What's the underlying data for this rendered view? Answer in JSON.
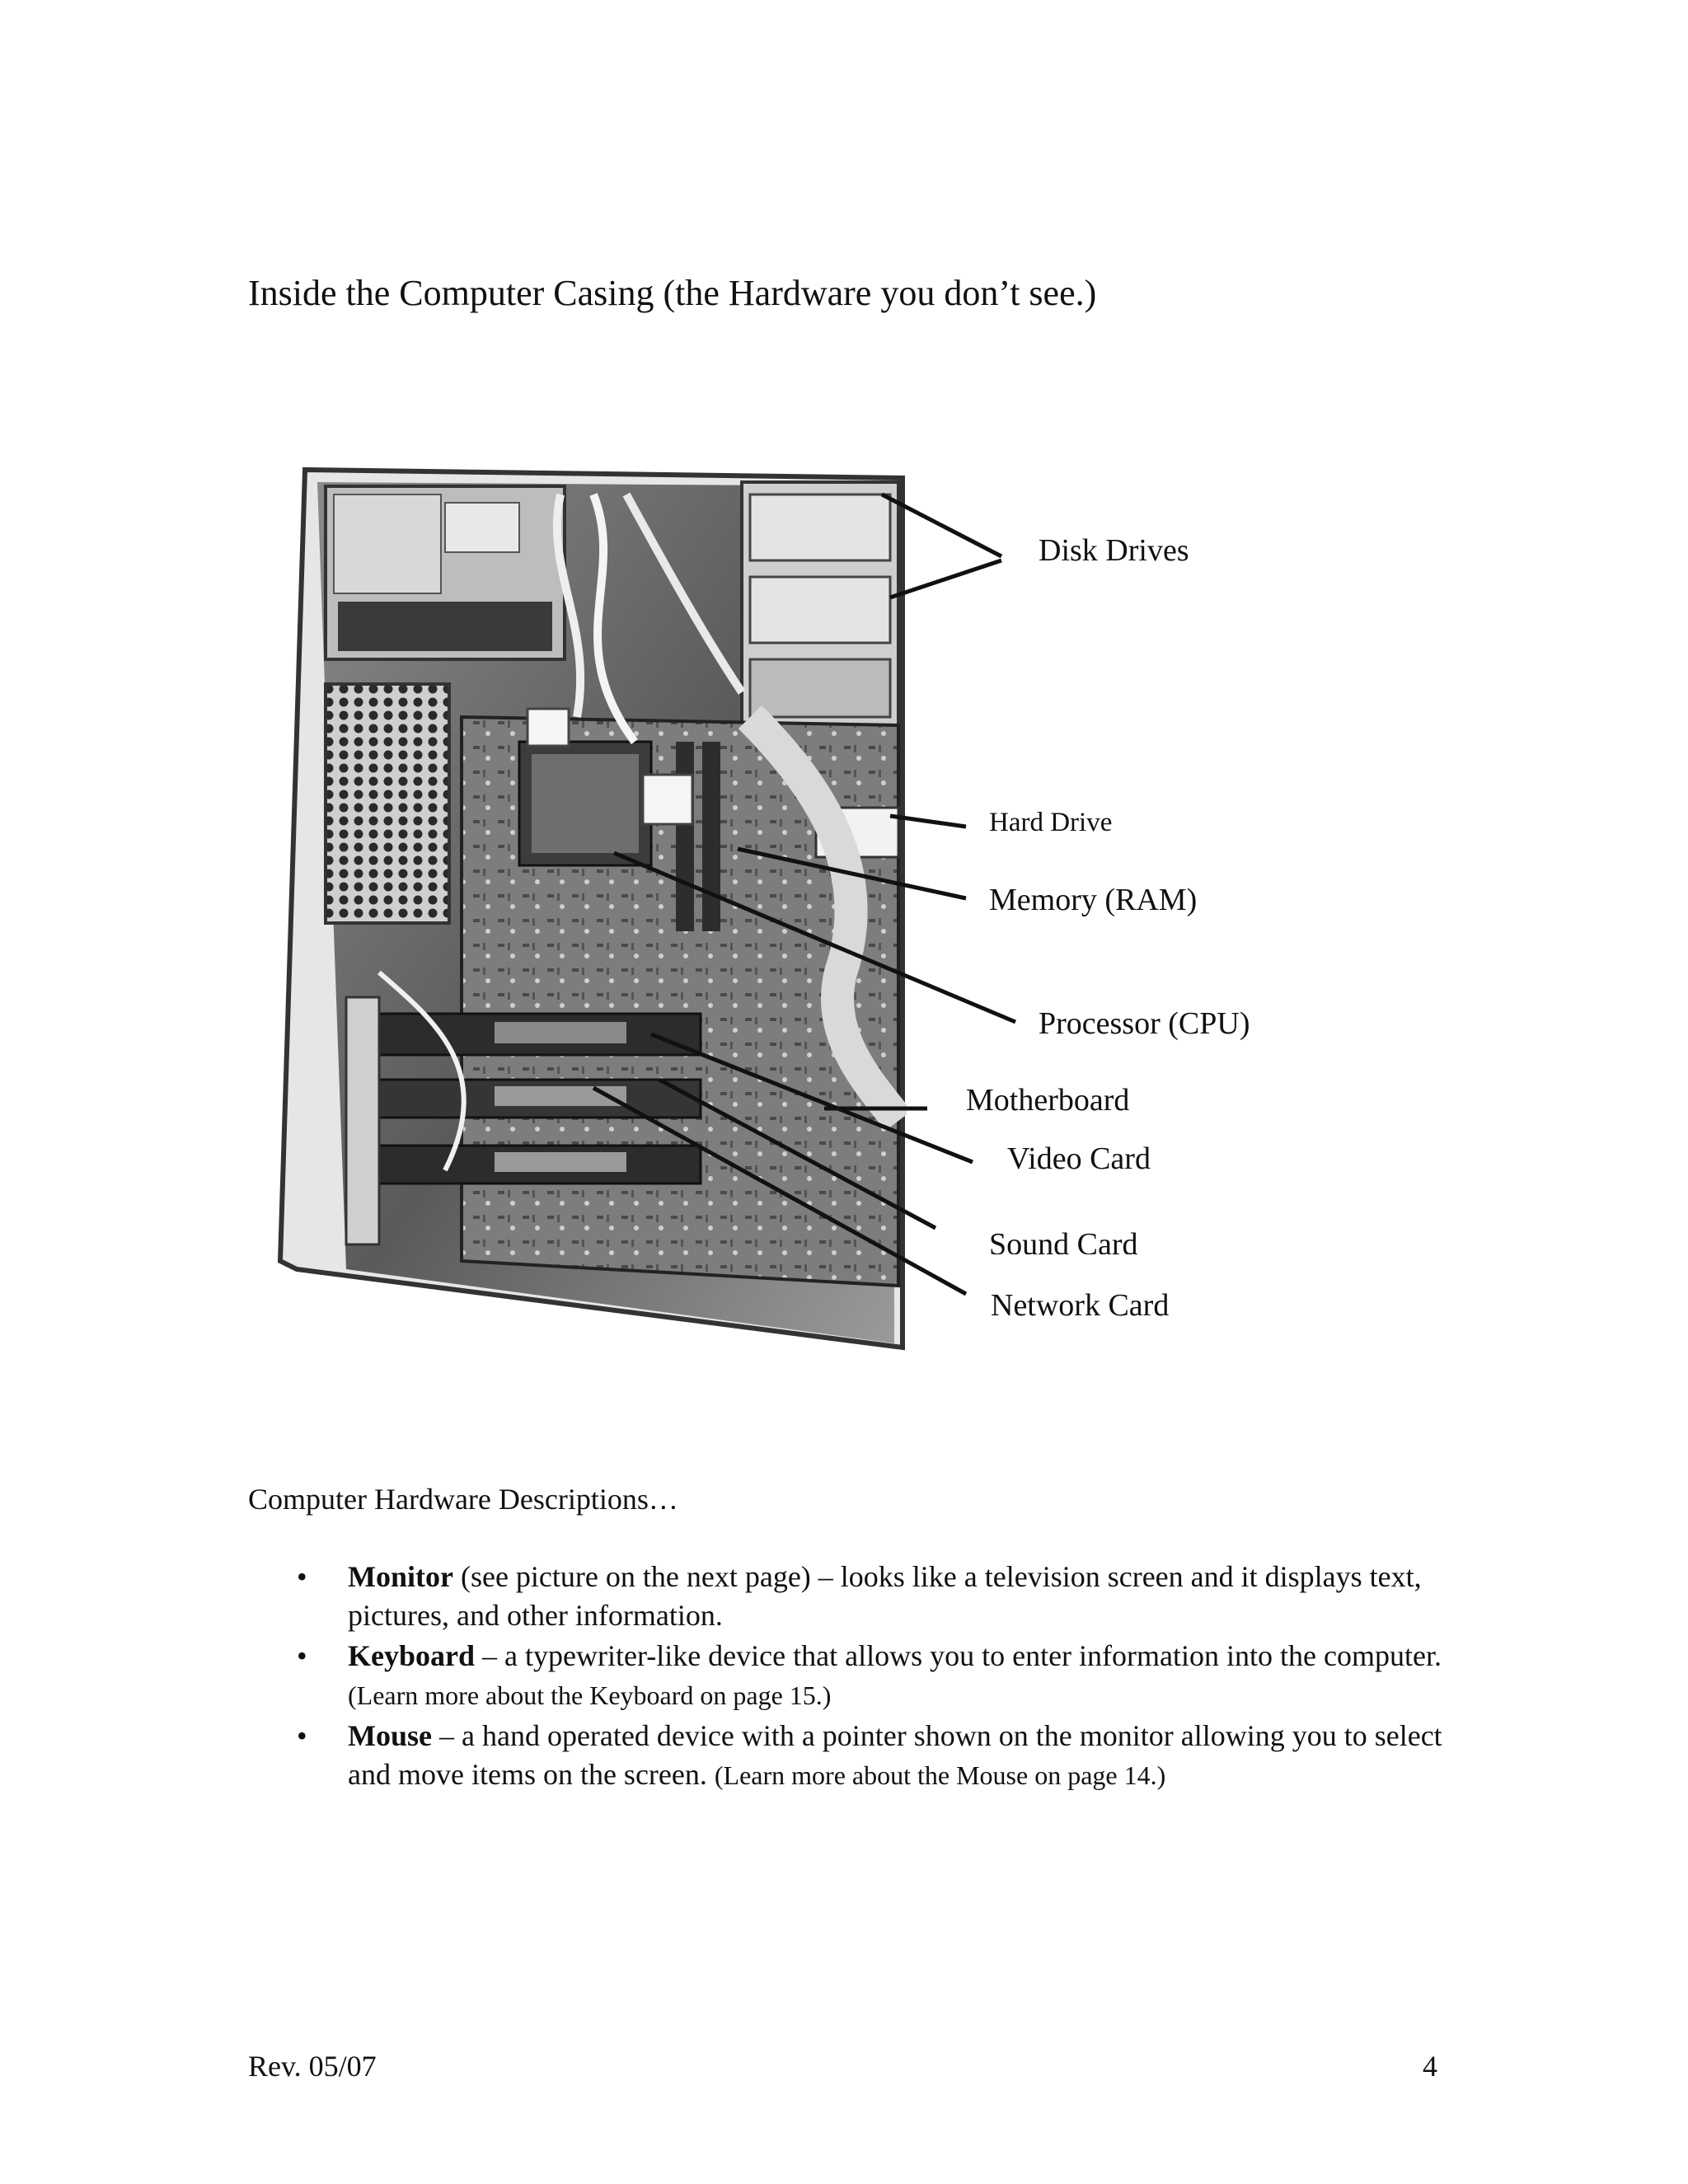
{
  "page": {
    "title": "Inside the Computer Casing (the Hardware you don’t see.)",
    "footer_rev": "Rev. 05/07",
    "footer_page": "4"
  },
  "figure": {
    "labels": {
      "disk_drives": "Disk Drives",
      "hard_drive": "Hard Drive",
      "memory": "Memory (RAM)",
      "processor": "Processor (CPU)",
      "motherboard": "Motherboard",
      "video_card": "Video Card",
      "sound_card": "Sound Card",
      "network_card": "Network Card"
    }
  },
  "descriptions": {
    "heading": "Computer Hardware Descriptions…",
    "bullet_symbol": "•",
    "items": [
      {
        "term": "Monitor",
        "text": " (see picture on the next page) – looks like a television screen and it displays text, pictures, and other information.",
        "note": ""
      },
      {
        "term": "Keyboard",
        "text": " – a typewriter-like device that allows you to enter information into the computer.  ",
        "note": "(Learn more about the Keyboard on page 15.)"
      },
      {
        "term": "Mouse",
        "text": " – a hand operated device with a pointer shown on the monitor allowing you to select and move items on the screen.  ",
        "note": "(Learn more about the Mouse on page 14.)"
      }
    ]
  }
}
